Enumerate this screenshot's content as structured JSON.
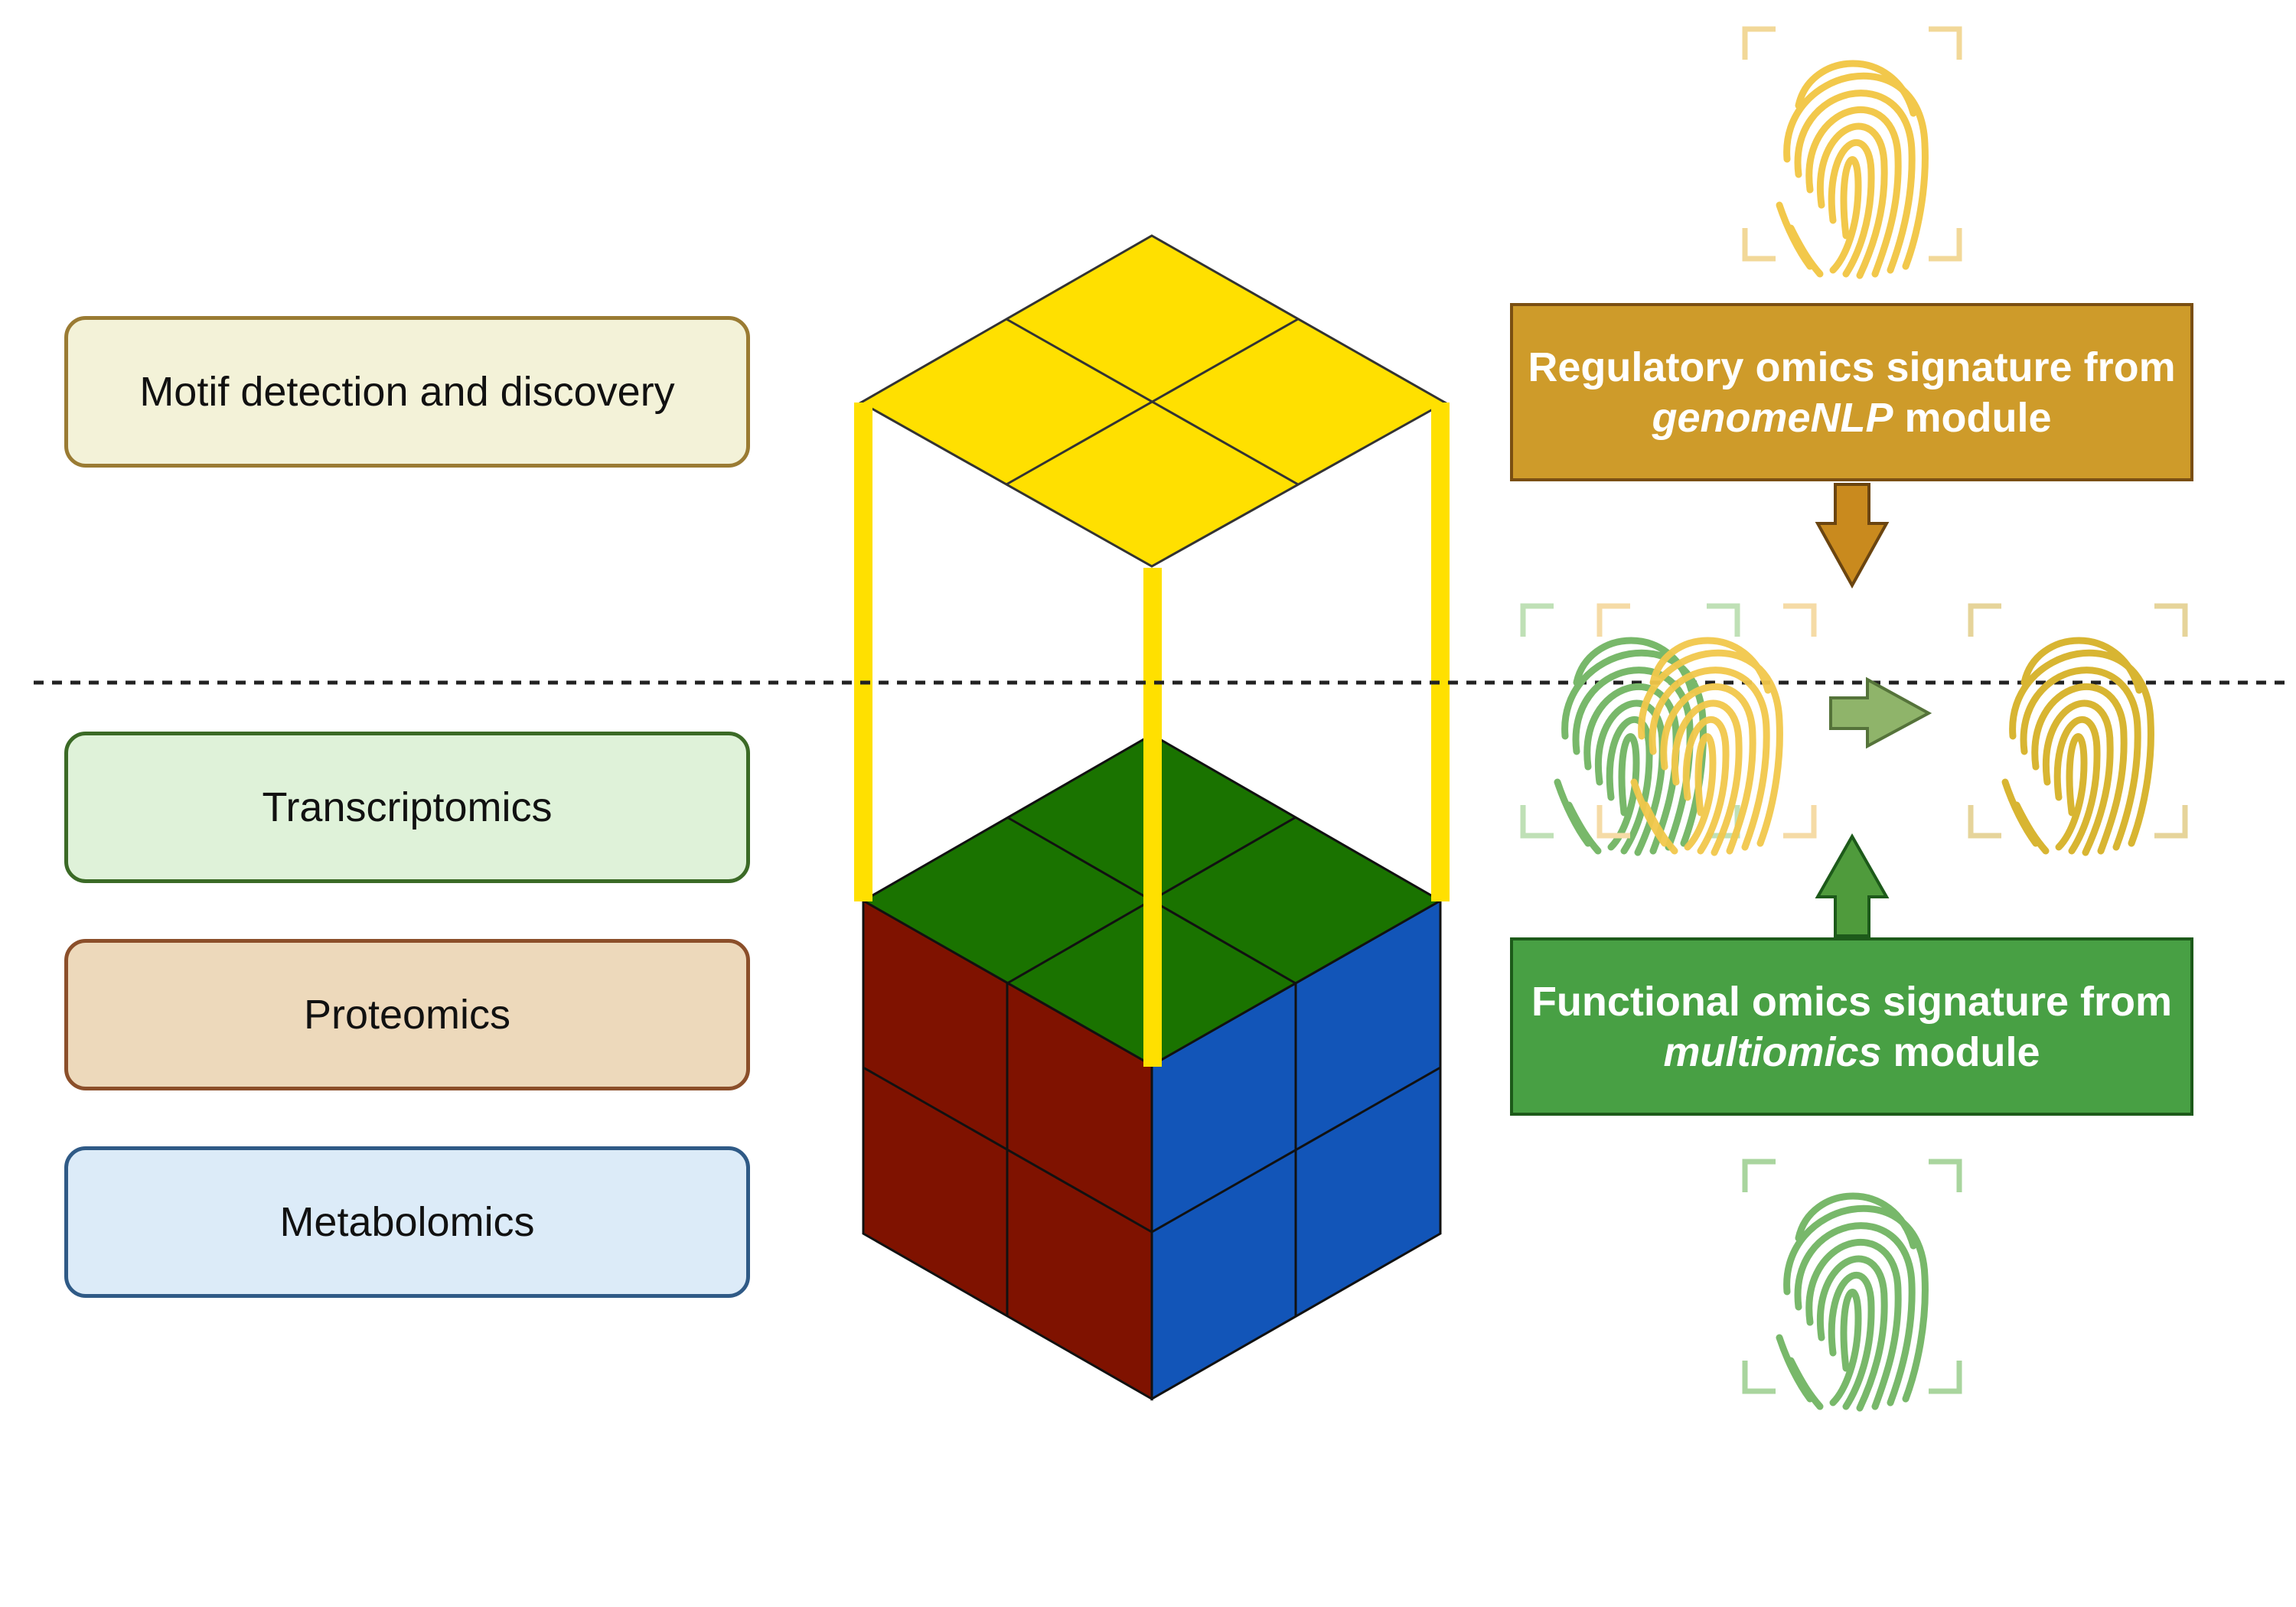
{
  "layers": {
    "motif": "Motif detection and discovery",
    "transcriptomics": "Transcriptomics",
    "proteomics": "Proteomics",
    "metabolomics": "Metabolomics"
  },
  "signatures": {
    "regulatory": {
      "line1": "Regulatory omics signature from",
      "italic": "genomeNLP",
      "rest": " module"
    },
    "functional": {
      "line1": "Functional omics signature from",
      "italic": "multiomics",
      "rest": " module"
    }
  },
  "colors": {
    "yellow_face": "#ffe000",
    "green_face": "#1a7300",
    "red_face": "#7f1200",
    "blue_face": "#1255b8",
    "fingerprint_gold": "#f2c84b",
    "fingerprint_green": "#78b86a",
    "fingerprint_olive": "#d8b532",
    "arrow_brown": "#c98a1e",
    "arrow_green": "#4f9b3c",
    "arrow_olive": "#8fb46a"
  },
  "icons": [
    "fingerprint-icon",
    "arrow-down-icon",
    "arrow-up-icon",
    "arrow-right-icon"
  ]
}
